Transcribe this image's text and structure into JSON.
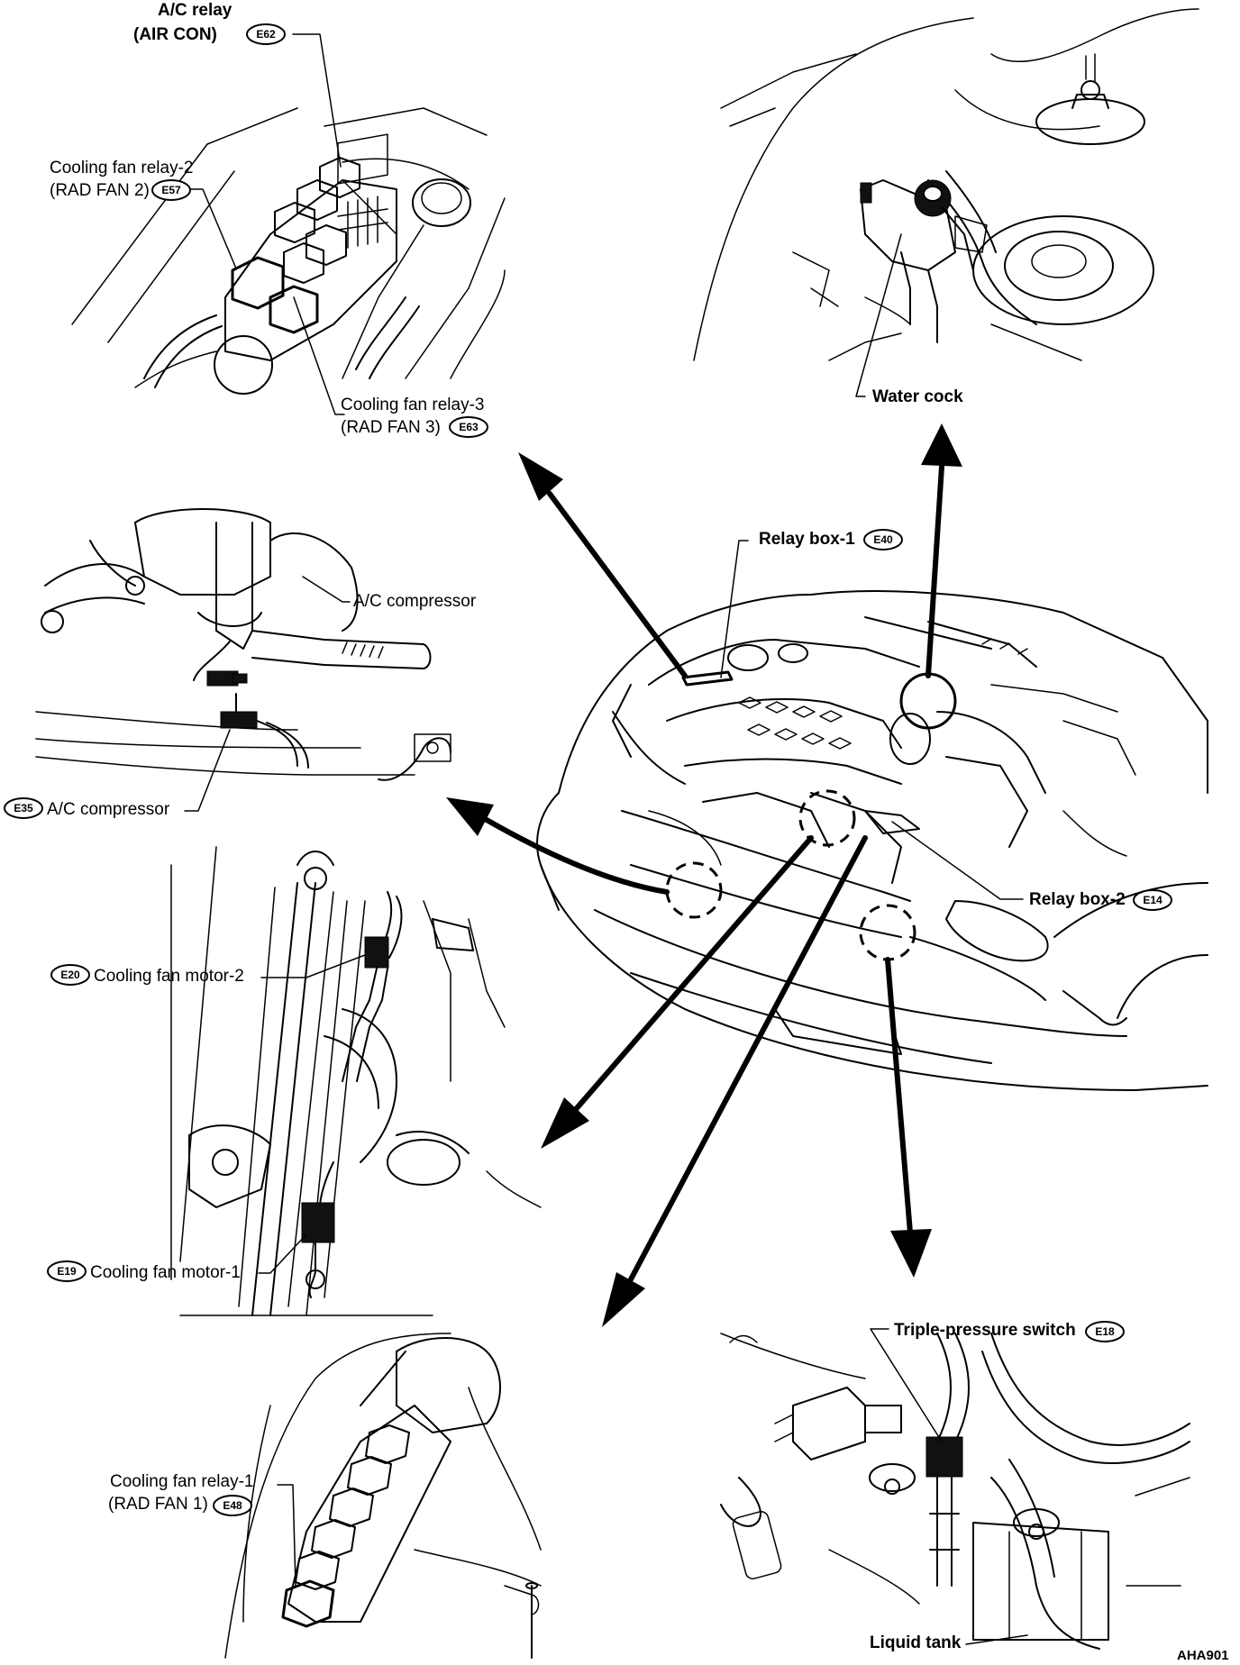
{
  "labels": {
    "ac_relay_l1": "A/C relay",
    "ac_relay_l2": "(AIR CON)",
    "ac_relay_conn": "E62",
    "fan_relay2_l1": "Cooling fan relay-2",
    "fan_relay2_l2": "(RAD FAN 2)",
    "fan_relay2_conn": "E57",
    "fan_relay3_l1": "Cooling fan relay-3",
    "fan_relay3_l2": "(RAD FAN 3)",
    "fan_relay3_conn": "E63",
    "water_cock": "Water cock",
    "relay_box1": "Relay box-1",
    "relay_box1_conn": "E40",
    "ac_compressor": "A/C compressor",
    "ac_compressor_conn": "E35",
    "ac_compressor_conn_label": "A/C compressor",
    "relay_box2": "Relay box-2",
    "relay_box2_conn": "E14",
    "fan_motor2_conn": "E20",
    "fan_motor2": "Cooling fan motor-2",
    "fan_motor1_conn": "E19",
    "fan_motor1": "Cooling fan motor-1",
    "triple_switch": "Triple-pressure switch",
    "triple_switch_conn": "E18",
    "fan_relay1_l1": "Cooling fan relay-1",
    "fan_relay1_l2": "(RAD FAN 1)",
    "fan_relay1_conn": "E48",
    "liquid_tank": "Liquid tank",
    "figure_id": "AHA901"
  }
}
